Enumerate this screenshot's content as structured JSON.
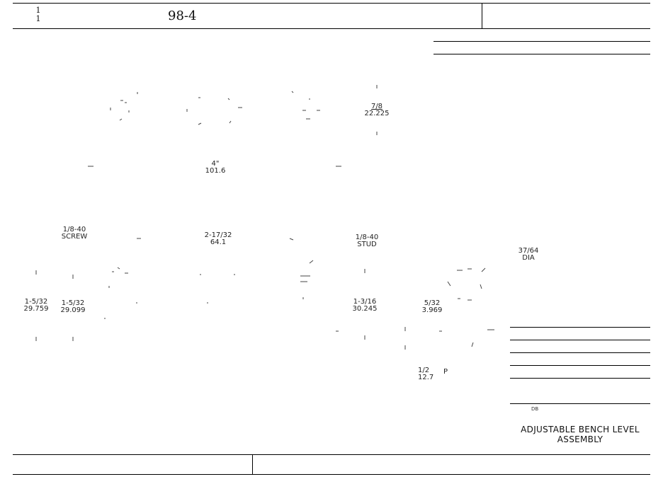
{
  "header": {
    "fraction_top": "1",
    "fraction_bottom": "1",
    "drawing_number": "98-4"
  },
  "dimensions": {
    "top_fraction": "7/8",
    "top_metric": "22.225",
    "width_imperial": "4\"",
    "width_metric": "101.6",
    "screw_label": "1/8-40",
    "screw_text": "SCREW",
    "span_imperial": "2-17/32",
    "span_metric": "64.1",
    "stud_label": "1/8-40",
    "stud_text": "STUD",
    "left_imperial": "1-5/32",
    "left_metric": "29.759",
    "left2_imperial": "1-5/32",
    "left2_metric": "29.099",
    "mid_imperial": "1-3/16",
    "mid_metric": "30.245",
    "small_imperial": "5/32",
    "small_metric": "3.969",
    "dia_value": "37/64",
    "dia_text": "DIA",
    "half_imperial": "1/2",
    "half_metric": "12.7",
    "half_suffix": "P"
  },
  "title_block": {
    "small_note": "DB",
    "title_line1": "ADJUSTABLE BENCH LEVEL",
    "title_line2": "ASSEMBLY"
  }
}
